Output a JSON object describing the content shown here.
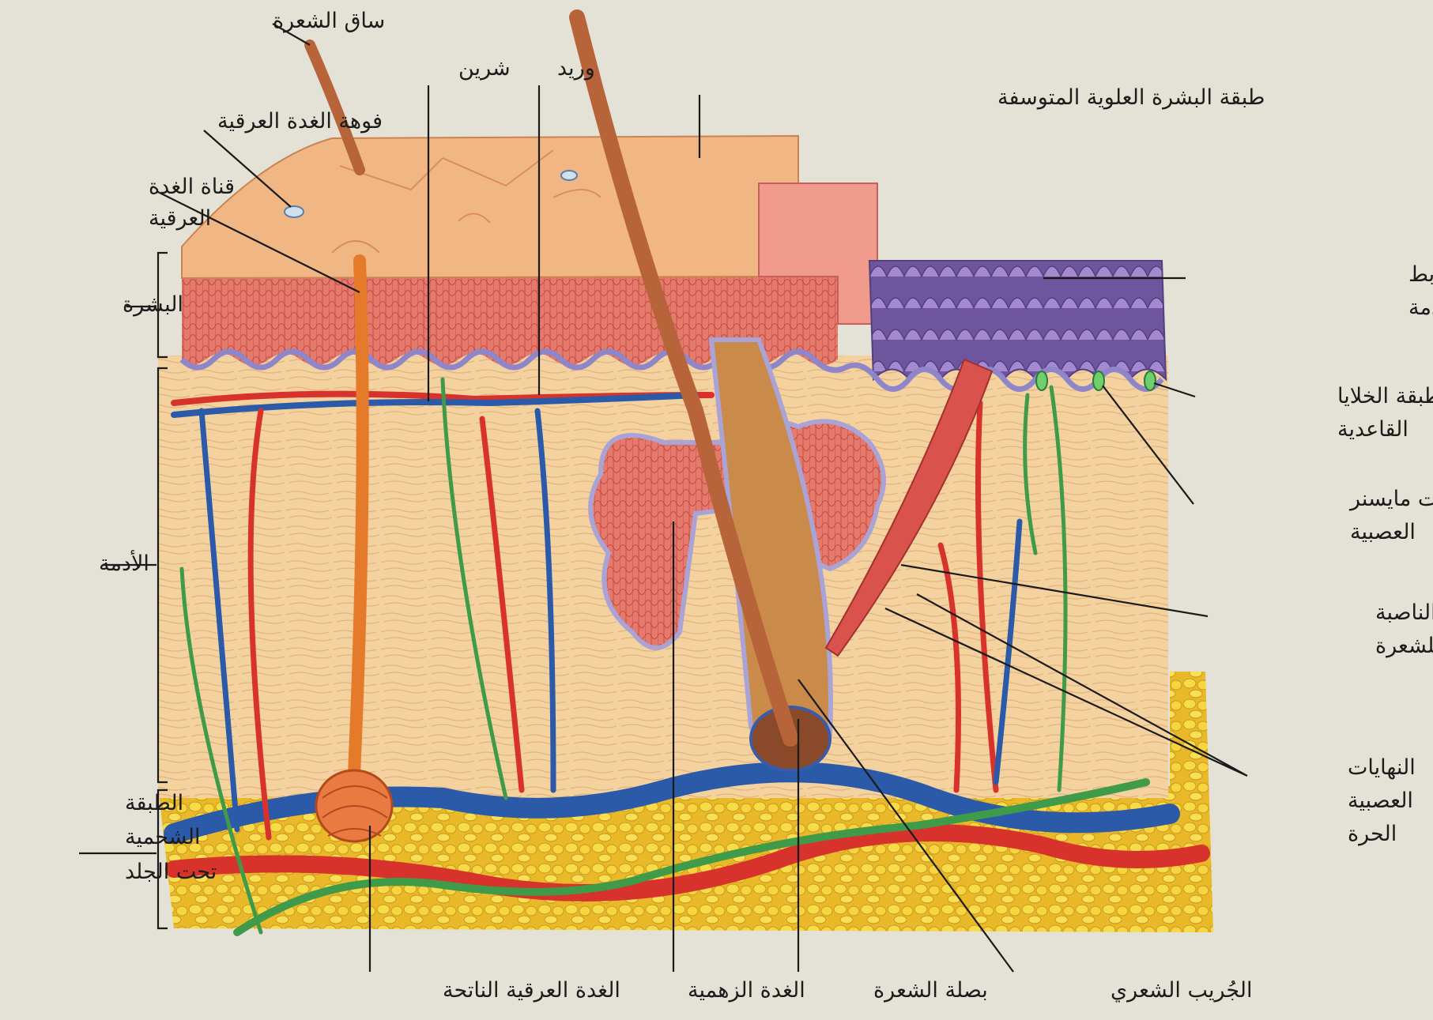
{
  "palette": {
    "background": "#e4e2d6",
    "epidermis_surface": "#f0b684",
    "epidermis_cells": "#e8756a",
    "dermis": "#f2cf98",
    "fat_yellow": "#f2d23c",
    "artery_red": "#d8322c",
    "vein_blue": "#2a5aa8",
    "nerve_green": "#3f9a4a",
    "papillae_purple": "#8a6bb6",
    "hair_brown": "#b8643a"
  },
  "labels": {
    "hair_shaft": "ساق الشعرة",
    "sweat_pore": "فوهة الغدة العرقية",
    "sweat_duct_1": "قناة الغدة",
    "sweat_duct_2": "العرقية",
    "epidermis": "البشرة",
    "dermis": "الأدمة",
    "hypodermis_1": "الطبقة",
    "hypodermis_2": "الشحمية",
    "hypodermis_3": "تحت الجلد",
    "artery": "شرين",
    "vein": "وريد",
    "stratum_corneum": "طبقة البشرة العلوية المتوسفة",
    "papillae_1": "الحليمات التي تربط",
    "papillae_2": "البشرة بالأدمة",
    "basal_layer_1": "طبقة الخلايا",
    "basal_layer_2": "القاعدية",
    "meissner_1": "نهايات مايسنر",
    "meissner_2": "العصبية",
    "arrector_1": "العضلة الناصبة",
    "arrector_2": "للشعرة",
    "free_nerve_1": "النهايات",
    "free_nerve_2": "العصبية",
    "free_nerve_3": "الحرة",
    "sweat_gland": "الغدة العرقية الناتحة",
    "sebaceous_gland": "الغدة الزهمية",
    "hair_bulb": "بصلة الشعرة",
    "hair_follicle": "الجُريب الشعري"
  }
}
